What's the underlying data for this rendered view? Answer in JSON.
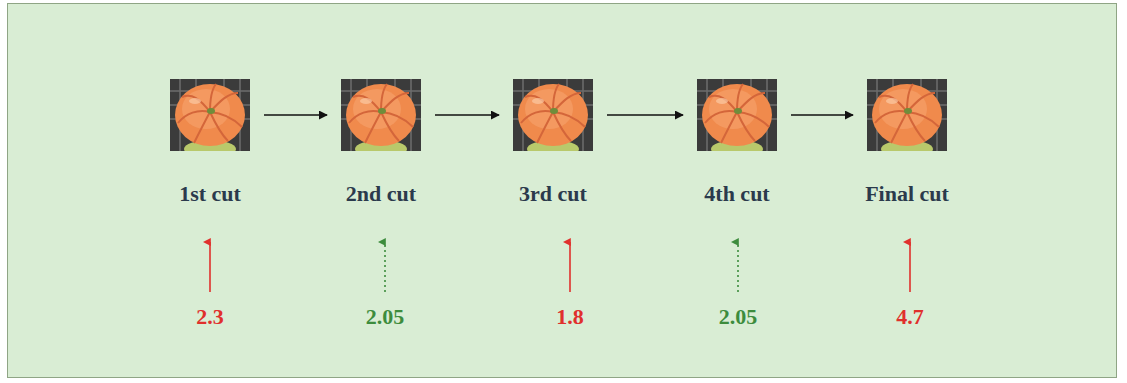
{
  "diagram": {
    "nodes": [
      {
        "text": [
          "1st cut"
        ]
      },
      {
        "text": [
          "2nd cut"
        ]
      },
      {
        "text": [
          "3rd cut"
        ]
      },
      {
        "text": [
          "4th cut"
        ]
      },
      {
        "text": [
          "Final cut"
        ]
      }
    ],
    "edges": [
      {
        "from": 0,
        "to": 1,
        "arrow": "to"
      },
      {
        "from": 1,
        "to": 2,
        "arrow": "to"
      },
      {
        "from": 2,
        "to": 3,
        "arrow": "to"
      },
      {
        "from": 3,
        "to": 4,
        "arrow": "to"
      }
    ],
    "labels": [
      "2.3",
      "2.05",
      "1.8",
      "2.05",
      "4.7"
    ]
  }
}
